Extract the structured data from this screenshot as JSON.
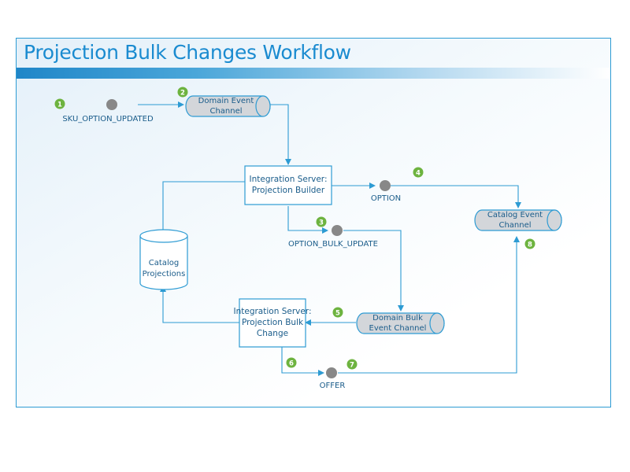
{
  "title": "Projection Bulk Changes Workflow",
  "colors": {
    "accent": "#1a8bd0",
    "line": "#2d9bd3",
    "badge": "#6db33f",
    "event_dot": "#888888",
    "channel_fill": "#d3d6da"
  },
  "events": {
    "sku_option_updated": "SKU_OPTION_UPDATED",
    "option": "OPTION",
    "option_bulk_update": "OPTION_BULK_UPDATE",
    "offer": "OFFER"
  },
  "channels": {
    "domain_event": [
      "Domain Event",
      "Channel"
    ],
    "catalog_event": [
      "Catalog Event",
      "Channel"
    ],
    "domain_bulk_event": [
      "Domain Bulk",
      "Event Channel"
    ]
  },
  "servers": {
    "projection_builder": [
      "Integration Server:",
      "Projection Builder"
    ],
    "projection_bulk_change": [
      "Integration Server:",
      "Projection Bulk",
      "Change"
    ]
  },
  "store": {
    "catalog_projections": [
      "Catalog",
      "Projections"
    ]
  },
  "steps": [
    "1",
    "2",
    "3",
    "4",
    "5",
    "6",
    "7",
    "8"
  ]
}
